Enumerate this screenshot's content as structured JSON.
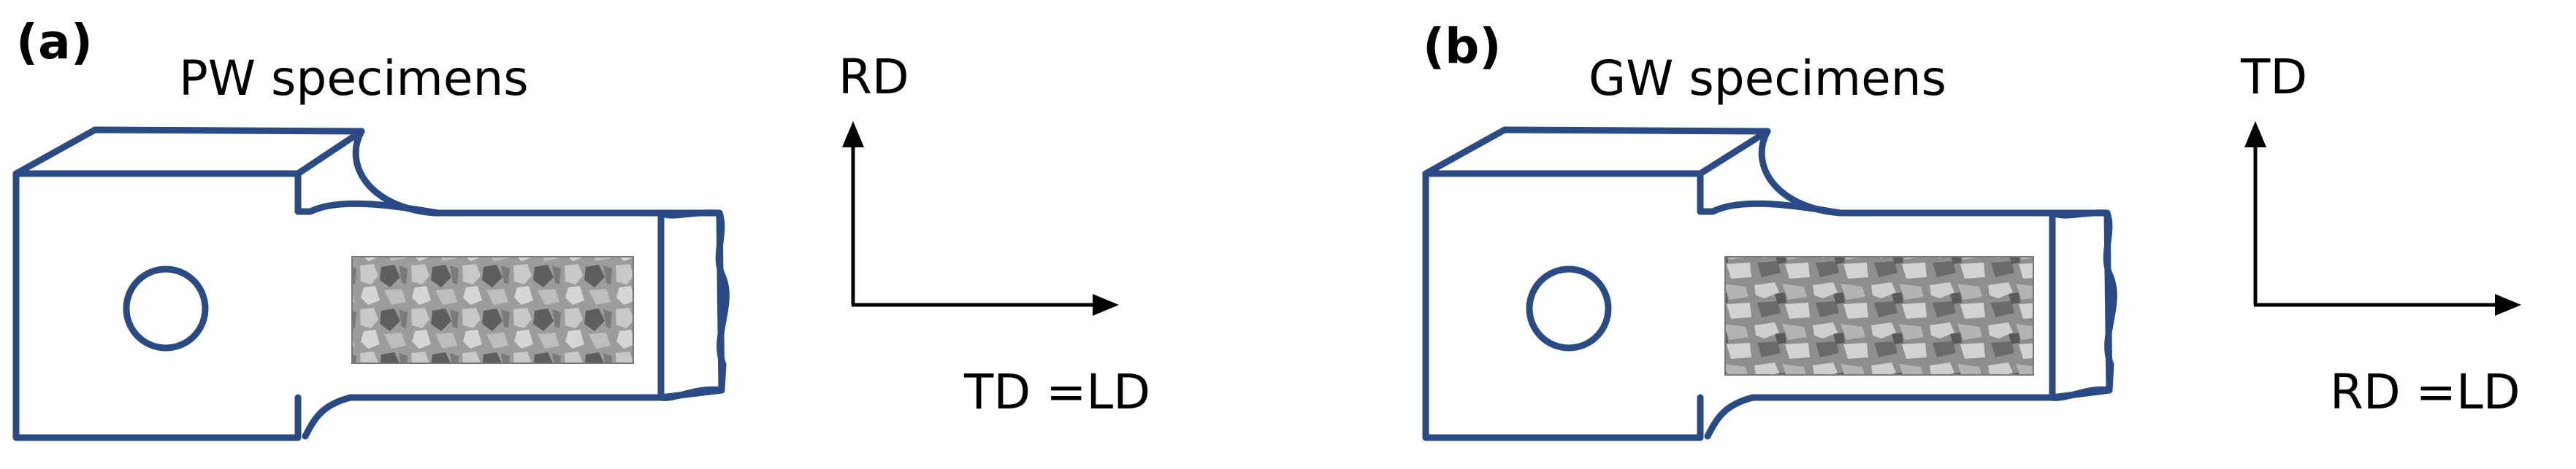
{
  "panels": [
    {
      "tag": "(a)",
      "title": "PW specimens",
      "axis_vertical": "RD",
      "axis_horizontal": "TD =LD"
    },
    {
      "tag": "(b)",
      "title": "GW specimens",
      "axis_vertical": "TD",
      "axis_horizontal": "RD =LD"
    }
  ],
  "colors": {
    "specimen_outline": "#2a4a85",
    "arrow": "#000000",
    "micrograph_base": "#a8a8a8"
  }
}
